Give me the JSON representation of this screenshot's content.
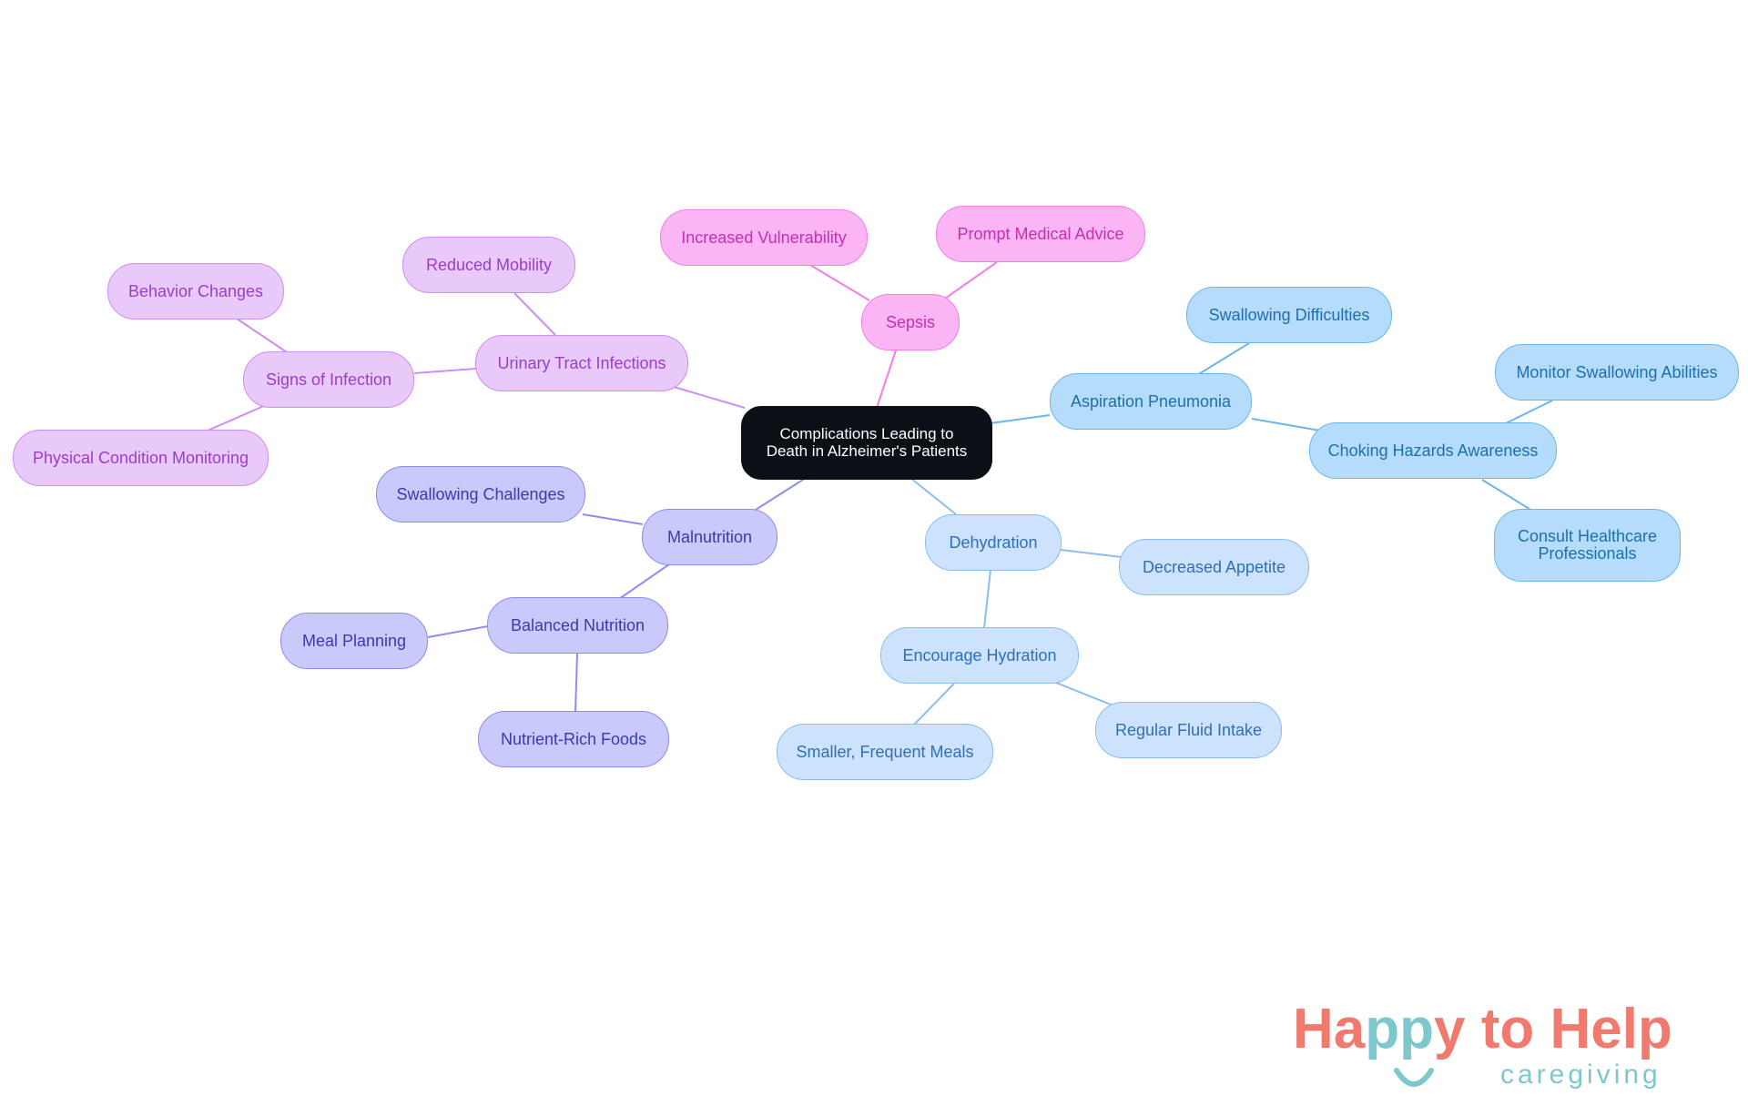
{
  "root": {
    "label_line1": "Complications Leading to",
    "label_line2": "Death in Alzheimer's Patients"
  },
  "branches": {
    "sepsis": {
      "label": "Sepsis",
      "children": [
        "Increased Vulnerability",
        "Prompt Medical Advice"
      ]
    },
    "uti": {
      "label": "Urinary Tract Infections",
      "reduced_mobility": "Reduced Mobility",
      "signs": {
        "label": "Signs of Infection",
        "children": [
          "Behavior Changes",
          "Physical Condition Monitoring"
        ]
      }
    },
    "malnutrition": {
      "label": "Malnutrition",
      "swallowing_challenges": "Swallowing Challenges",
      "balanced": {
        "label": "Balanced Nutrition",
        "children": [
          "Meal Planning",
          "Nutrient-Rich Foods"
        ]
      }
    },
    "dehydration": {
      "label": "Dehydration",
      "decreased_appetite": "Decreased Appetite",
      "encourage": {
        "label": "Encourage Hydration",
        "children": [
          "Smaller, Frequent Meals",
          "Regular Fluid Intake"
        ]
      }
    },
    "aspiration": {
      "label": "Aspiration Pneumonia",
      "swallowing_difficulties": "Swallowing Difficulties",
      "choking": {
        "label": "Choking Hazards Awareness",
        "children": [
          "Monitor Swallowing Abilities"
        ],
        "consult_line1": "Consult Healthcare",
        "consult_line2": "Professionals"
      }
    }
  },
  "colors": {
    "root_fill": "#0b0f16",
    "root_text": "#ffffff",
    "sepsis_fill": "#fbb4f4",
    "sepsis_border": "#f07fe6",
    "sepsis_text": "#c42fb4",
    "uti_fill": "#e8c9fa",
    "uti_border": "#cf8df0",
    "uti_text": "#9a3ec8",
    "mal_fill": "#c9c9fb",
    "mal_border": "#8d8def",
    "mal_text": "#3a3ab0",
    "dehyd_fill": "#cde2fc",
    "dehyd_border": "#8cbdee",
    "dehyd_text": "#2f6fb5",
    "asp_fill": "#b5dcfb",
    "asp_border": "#6cb6ec",
    "asp_text": "#1d6fae"
  },
  "logo": {
    "word1": "Ha",
    "word_pp": "pp",
    "word2": "y to Help",
    "tagline": "caregiving"
  }
}
